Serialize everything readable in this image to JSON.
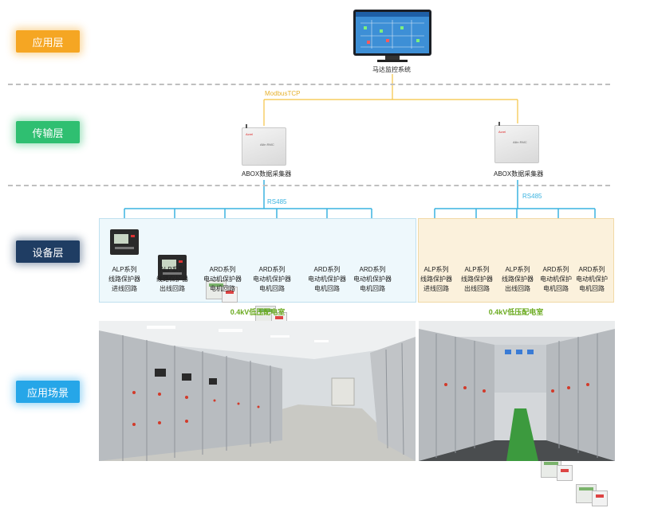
{
  "layers": {
    "application": "应用层",
    "transmission": "传输层",
    "device": "设备层",
    "scene": "应用场景"
  },
  "monitor": {
    "label": "马达监控系统"
  },
  "links": {
    "modbus": "ModbusTCP",
    "rs485_left": "RS485",
    "rs485_right": "RS485"
  },
  "gateways": [
    {
      "label": "ABOX数据采集器",
      "brand": "Acrel",
      "model": "Allin RMC"
    },
    {
      "label": "ABOX数据采集器",
      "brand": "Acrel",
      "model": "Allin RMC"
    }
  ],
  "devices_left": [
    {
      "type": "alp",
      "l1": "ALP系列",
      "l2": "线路保护器",
      "l3": "进线回路"
    },
    {
      "type": "alp",
      "l1": "ALP系列",
      "l2": "线路保护器",
      "l3": "出线回路"
    },
    {
      "type": "ard",
      "l1": "ARD系列",
      "l2": "电动机保护器",
      "l3": "电机回路"
    },
    {
      "type": "ard",
      "l1": "ARD系列",
      "l2": "电动机保护器",
      "l3": "电机回路"
    },
    {
      "type": "ard",
      "l1": "ARD系列",
      "l2": "电动机保护器",
      "l3": "电机回路"
    },
    {
      "type": "ard",
      "l1": "ARD系列",
      "l2": "电动机保护器",
      "l3": "电机回路"
    }
  ],
  "devices_right": [
    {
      "type": "alp",
      "l1": "ALP系列",
      "l2": "线路保护器",
      "l3": "进线回路"
    },
    {
      "type": "alp",
      "l1": "ALP系列",
      "l2": "线路保护器",
      "l3": "出线回路"
    },
    {
      "type": "alp",
      "l1": "ALP系列",
      "l2": "线路保护器",
      "l3": "出线回路"
    },
    {
      "type": "ard",
      "l1": "ARD系列",
      "l2": "电动机保护",
      "l3": "电机回路"
    },
    {
      "type": "ard",
      "l1": "ARD系列",
      "l2": "电动机保护",
      "l3": "电机回路"
    }
  ],
  "rooms": {
    "left": "0.4kV低压配电室",
    "right": "0.4kV低压配电室"
  },
  "colors": {
    "application": "#f5a623",
    "transmission": "#2fbf71",
    "device": "#1f3d63",
    "scene": "#26a6e8",
    "modbus_line": "#f5c342",
    "rs485_line": "#3ab3e0",
    "room_title": "#6aaa1f"
  }
}
